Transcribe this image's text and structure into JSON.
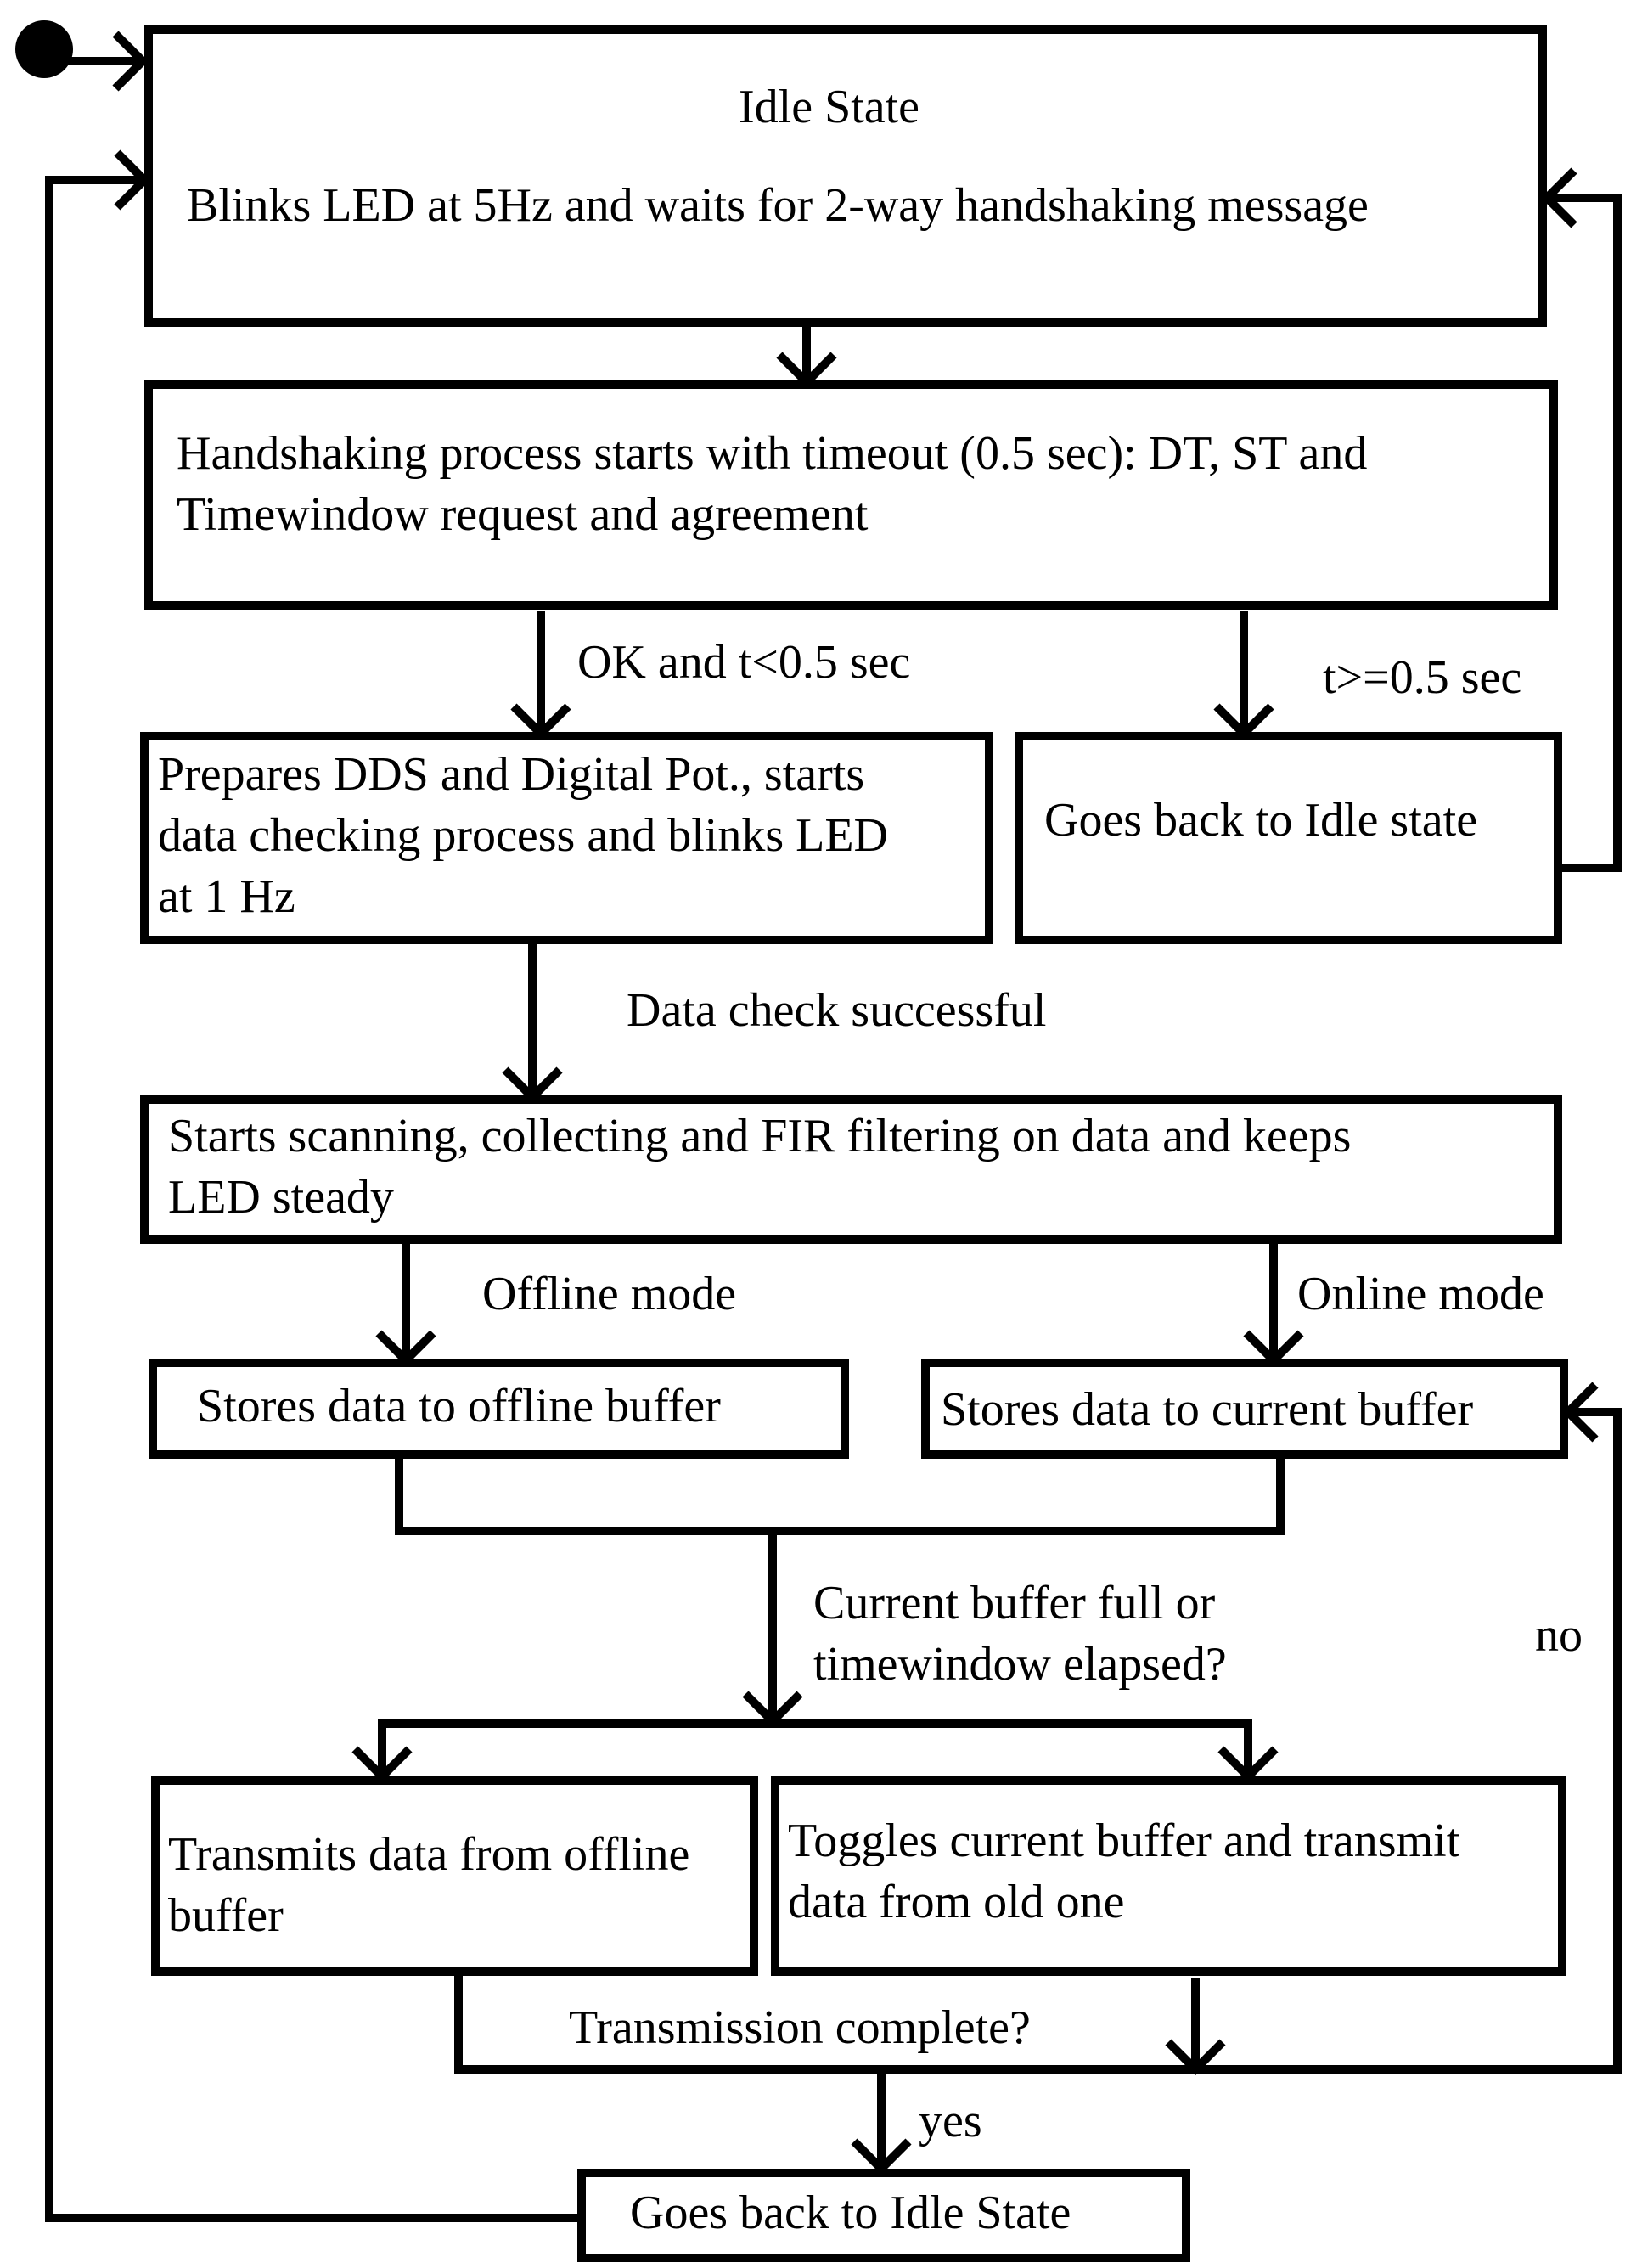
{
  "diagram": {
    "idle": {
      "title": "Idle State",
      "body": "Blinks LED at 5Hz and waits for 2-way handshaking message"
    },
    "handshake": {
      "line1": "Handshaking process starts with timeout (0.5 sec): DT, ST and",
      "line2": "Timewindow request and agreement"
    },
    "ok_label": "OK and t<0.5 sec",
    "timeout_label": "t>=0.5 sec",
    "prepare": {
      "line1": "Prepares DDS and Digital Pot., starts",
      "line2": "data checking process and blinks LED",
      "line3": "at 1 Hz"
    },
    "back_idle_1": "Goes back to Idle state",
    "data_check_label": "Data check successful",
    "scanning": {
      "line1": "Starts scanning, collecting and FIR filtering on data and keeps",
      "line2": "LED steady"
    },
    "offline_label": "Offline mode",
    "online_label": "Online mode",
    "offline_store": "Stores data to offline buffer",
    "current_store": "Stores data to current buffer",
    "decision_buffer": {
      "line1": "Current buffer full or",
      "line2": "timewindow elapsed?"
    },
    "no_label": "no",
    "transmit_offline": {
      "line1": "Transmits data from offline",
      "line2": "buffer"
    },
    "toggle_buffer": {
      "line1": "Toggles current buffer and transmit",
      "line2": "data from old one"
    },
    "transmission_complete": "Transmission complete?",
    "yes_label": "yes",
    "back_idle_2": "Goes back to Idle State"
  }
}
